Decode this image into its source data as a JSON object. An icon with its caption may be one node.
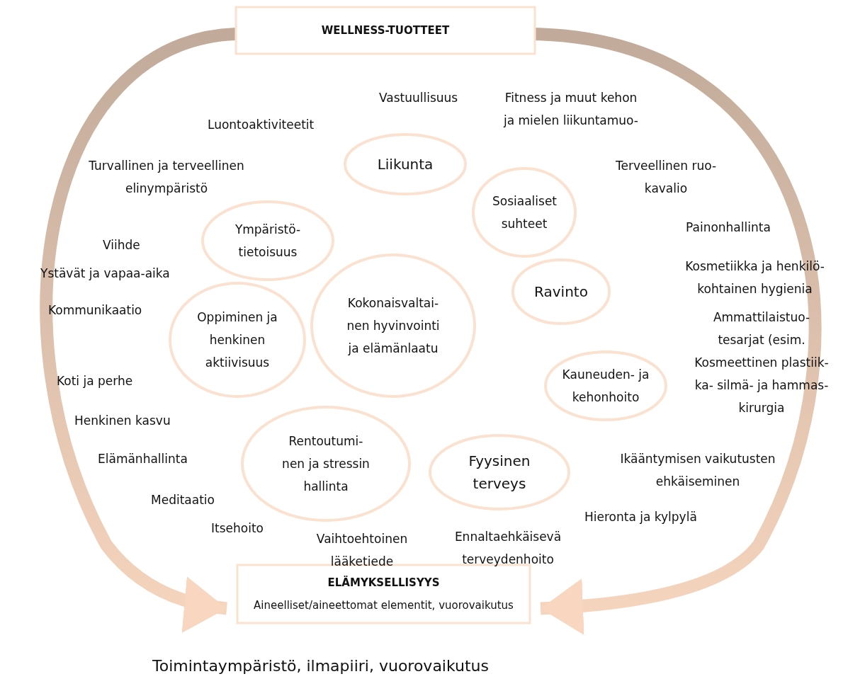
{
  "diagram": {
    "nodes": [
      {
        "text": [
          "WELLNESS-TUOTTEET"
        ]
      },
      {
        "text": [
          "Liikunta"
        ]
      },
      {
        "text": [
          "Sosiaaliset suhteet"
        ]
      },
      {
        "text": [
          "Ympäristö- tietoisuus"
        ]
      },
      {
        "text": [
          "Kokonaisvaltai- nen hyvinvointi ja elämänlaatu"
        ]
      },
      {
        "text": [
          "Ravinto"
        ]
      },
      {
        "text": [
          "Oppiminen ja henkinen aktiivisuus"
        ]
      },
      {
        "text": [
          "Kauneuden- ja kehonhoito"
        ]
      },
      {
        "text": [
          "Rentoutumi- nen ja stressin hallinta"
        ]
      },
      {
        "text": [
          "Fyysinen terveys"
        ]
      },
      {
        "text": [
          "ELÄMYKSELLISYYS",
          "Aineelliset/aineettomat elementit, vuorovaikutus"
        ]
      }
    ],
    "edges": [
      {
        "from": 0,
        "to": 10,
        "arrow": "to"
      },
      {
        "from": 0,
        "to": 10,
        "arrow": "to"
      }
    ],
    "labels": [
      "Vastuullisuus",
      "Fitness ja muut kehon ja mielen liikuntamuo-",
      "Luontoaktiviteetit",
      "Turvallinen ja terveellinen elinympäristö",
      "Terveellinen ruo- kavalio",
      "Painonhallinta",
      "Viihde",
      "Kosmetiikka ja henkilö- kohtainen hygienia",
      "Ystävät ja vapaa-aika",
      "Kommunikaatio",
      "Ammattilaistuo- tesarjat (esim. Kosmeettinen plastiik- ka- silmä- ja hammas- kirurgia",
      "Koti ja perhe",
      "Henkinen kasvu",
      "Ikääntymisen vaikutusten ehkäiseminen",
      "Elämänhallinta",
      "Meditaatio",
      "Hieronta ja kylpylä",
      "Itsehoito",
      "Vaihtoehtoinen lääketiede",
      "Ennaltaehkäisevä terveydenhoito",
      "Toimintaympäristö, ilmapiiri, vuorovaikutus"
    ]
  }
}
